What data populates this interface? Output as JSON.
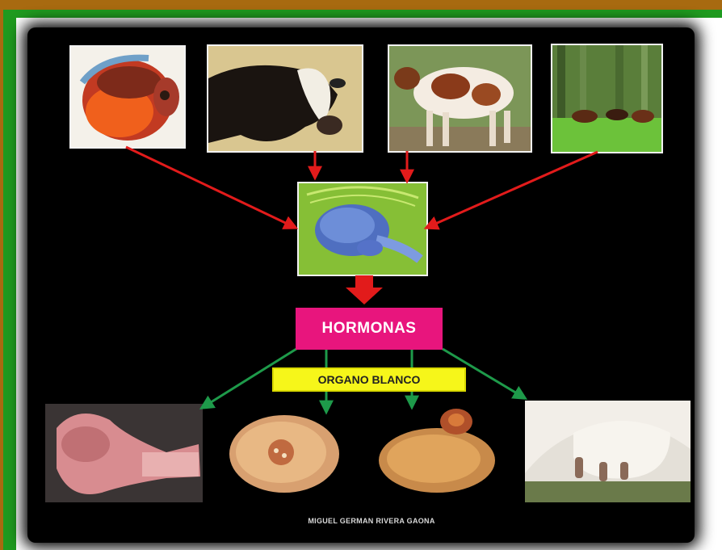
{
  "diagram": {
    "center_label": "HORMONAS",
    "target_label": "ORGANO BLANCO",
    "author_credit": "MIGUEL GERMAN RIVERA GAONA"
  },
  "colors": {
    "input_arrows": "#e21b1b",
    "output_arrows": "#1e9a4a",
    "hormonas_box": "#e8157d",
    "organo_box": "#f6f61a",
    "brain_box": "#8cc43c"
  },
  "icons": {
    "inputs": [
      "eye-photo",
      "cow-head-photo",
      "cow-standing-photo",
      "herd-pasture-photo"
    ],
    "center": "brain-photo",
    "outputs": [
      "uterus-photo",
      "ovary-photo",
      "ovary-corpus-luteum-photo",
      "udder-photo"
    ]
  }
}
